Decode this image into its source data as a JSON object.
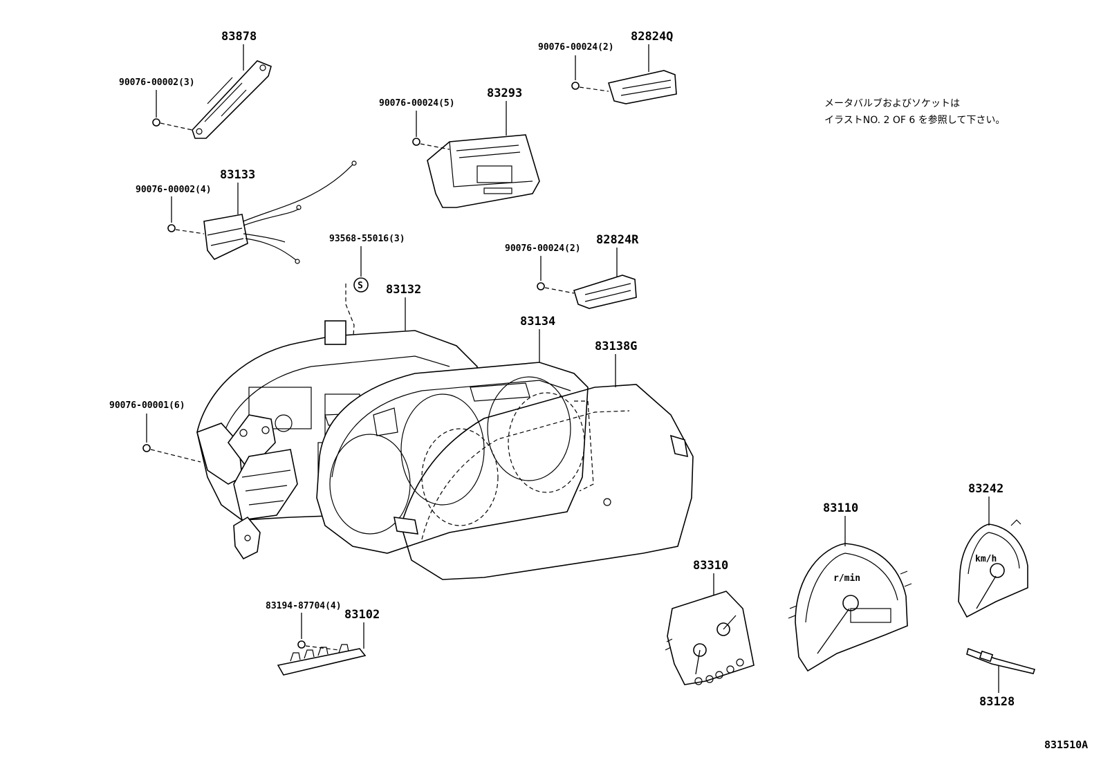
{
  "note": {
    "line1": "メータバルブおよびソケットは",
    "line2": "イラストNO. 2 OF 6 を参照して下さい。"
  },
  "figure_code": "831510A",
  "symbol_s": "S",
  "gauge_text": {
    "tach_unit": "r/min",
    "speedo_unit": "km/h"
  },
  "labels": {
    "p83878": "83878",
    "p90076_00002_3": "90076-00002(3)",
    "p83133": "83133",
    "p90076_00002_4": "90076-00002(4)",
    "p83293": "83293",
    "p90076_00024_5": "90076-00024(5)",
    "p82824Q": "82824Q",
    "p90076_00024_2a": "90076-00024(2)",
    "p82824R": "82824R",
    "p90076_00024_2b": "90076-00024(2)",
    "p93568_55016_3": "93568-55016(3)",
    "p83132": "83132",
    "p83134": "83134",
    "p83138G": "83138G",
    "p90076_00001_6": "90076-00001(6)",
    "p83194_87704_4": "83194-87704(4)",
    "p83102": "83102",
    "p83310": "83310",
    "p83110": "83110",
    "p83242": "83242",
    "p83128": "83128"
  }
}
